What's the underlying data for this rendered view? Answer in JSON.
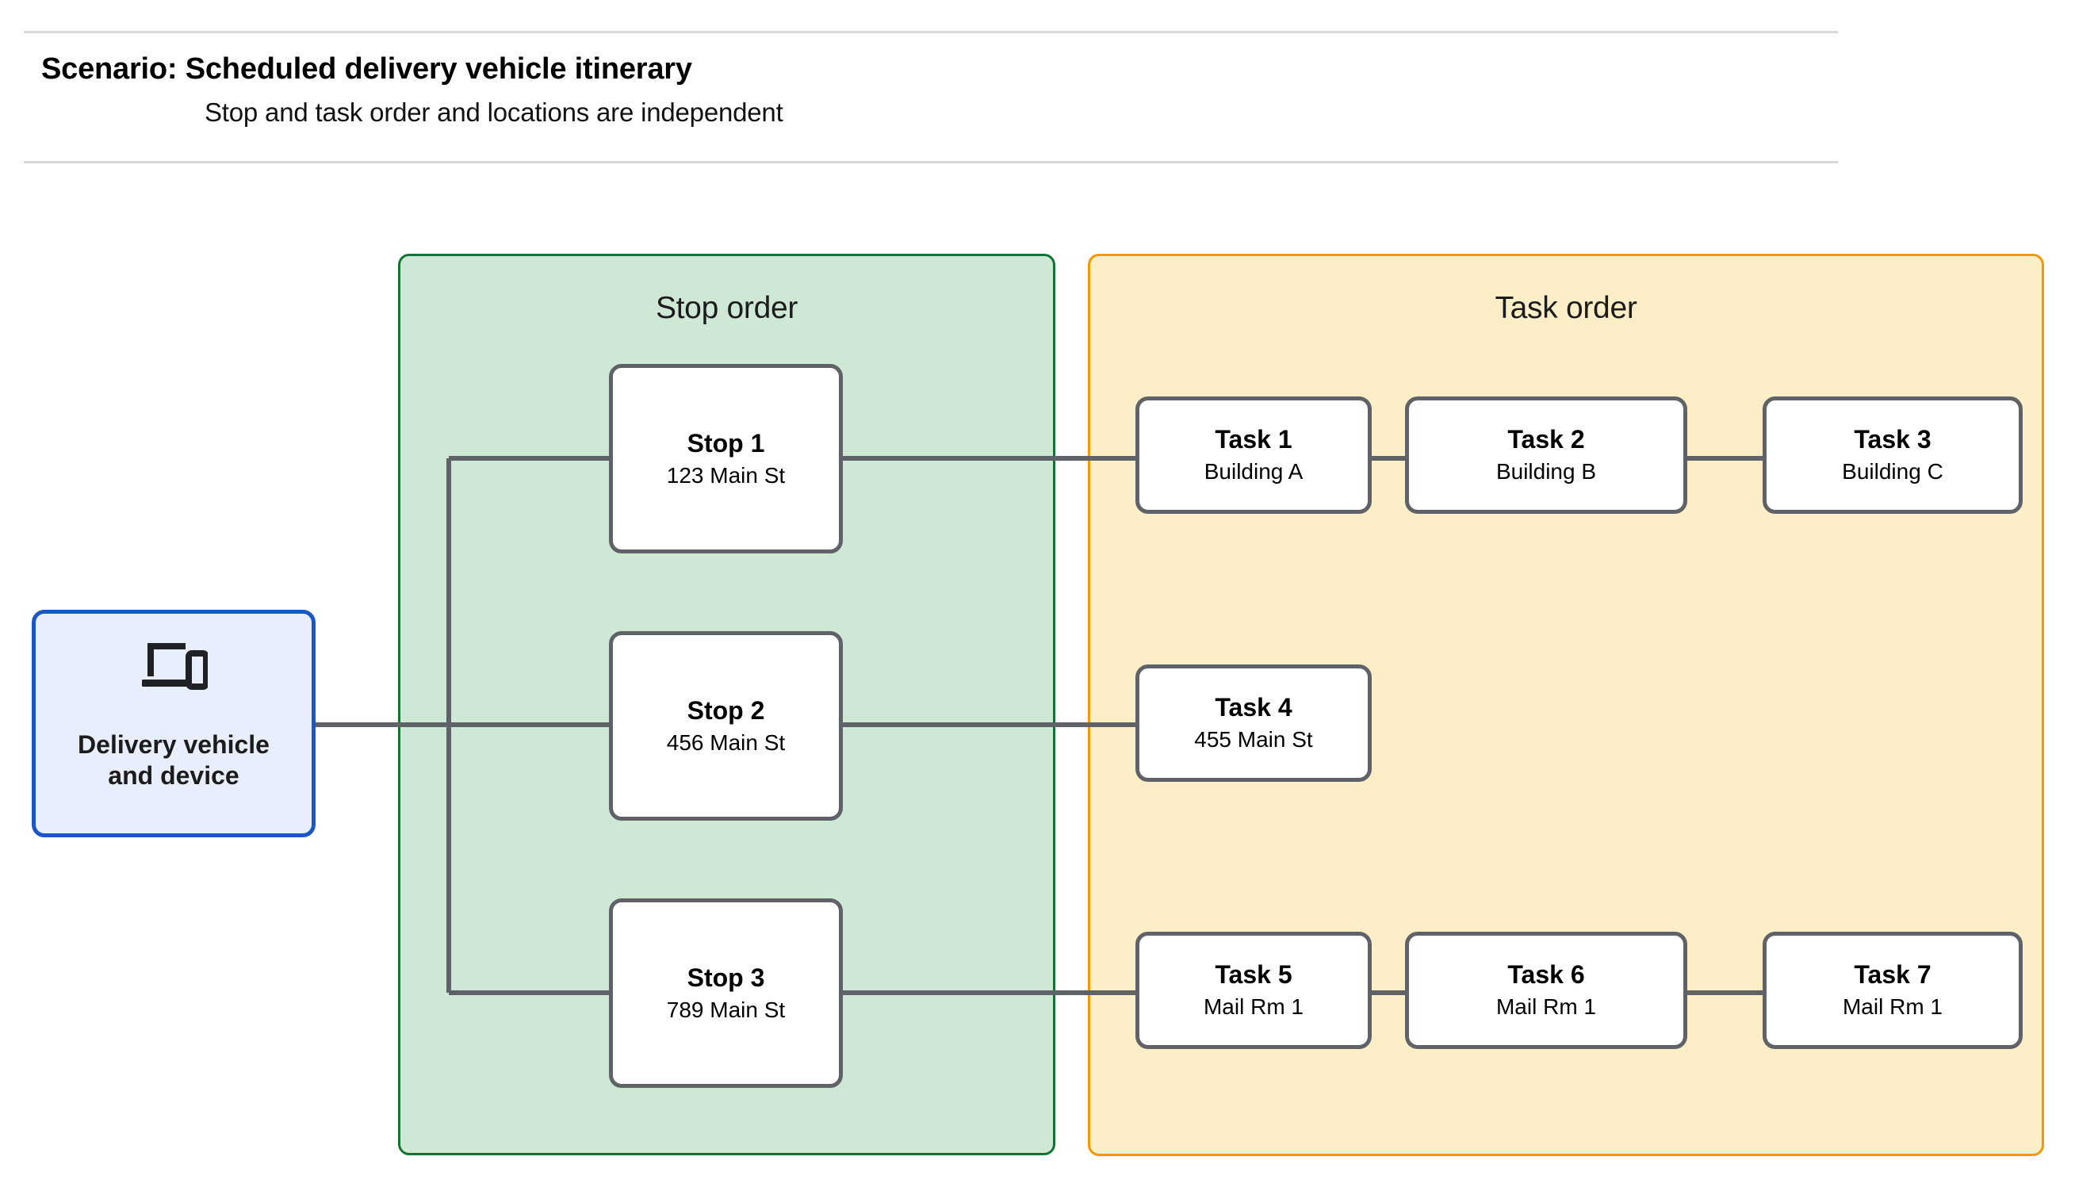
{
  "header": {
    "title": "Scenario: Scheduled delivery vehicle itinerary",
    "subtitle": "Stop and task order and locations are independent"
  },
  "vehicle": {
    "icon": "devices-icon",
    "label_line1": "Delivery vehicle",
    "label_line2": "and device"
  },
  "lanes": {
    "stop": {
      "title": "Stop order",
      "fill": "#cfe8d5",
      "border": "#137333"
    },
    "task": {
      "title": "Task order",
      "fill": "#fcefc8",
      "border": "#f29900"
    }
  },
  "stops": [
    {
      "title": "Stop 1",
      "address": "123 Main St"
    },
    {
      "title": "Stop 2",
      "address": "456 Main St"
    },
    {
      "title": "Stop 3",
      "address": "789 Main St"
    }
  ],
  "tasks": [
    {
      "title": "Task 1",
      "location": "Building A"
    },
    {
      "title": "Task 2",
      "location": "Building B"
    },
    {
      "title": "Task 3",
      "location": "Building C"
    },
    {
      "title": "Task 4",
      "location": "455 Main St"
    },
    {
      "title": "Task 5",
      "location": "Mail Rm 1"
    },
    {
      "title": "Task 6",
      "location": "Mail Rm 1"
    },
    {
      "title": "Task 7",
      "location": "Mail Rm 1"
    }
  ],
  "colors": {
    "node_border": "#5f6368",
    "connector": "#5f6368",
    "vehicle_border": "#1a56c4",
    "vehicle_fill": "#e8eefc",
    "rule": "#d9d9d9"
  }
}
